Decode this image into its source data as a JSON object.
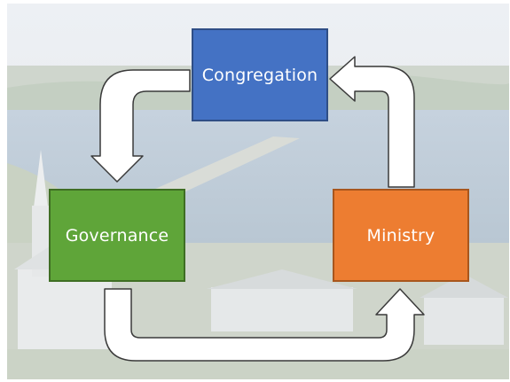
{
  "diagram": {
    "nodes": [
      {
        "id": "congregation",
        "label": "Congregation",
        "color": "#4472c4"
      },
      {
        "id": "governance",
        "label": "Governance",
        "color": "#5fa539"
      },
      {
        "id": "ministry",
        "label": "Ministry",
        "color": "#ed7d31"
      }
    ],
    "edges": [
      {
        "from": "congregation",
        "to": "governance"
      },
      {
        "from": "governance",
        "to": "ministry"
      },
      {
        "from": "ministry",
        "to": "congregation"
      }
    ],
    "arrow_fill": "#ffffff",
    "arrow_stroke": "#3a3a3a"
  }
}
